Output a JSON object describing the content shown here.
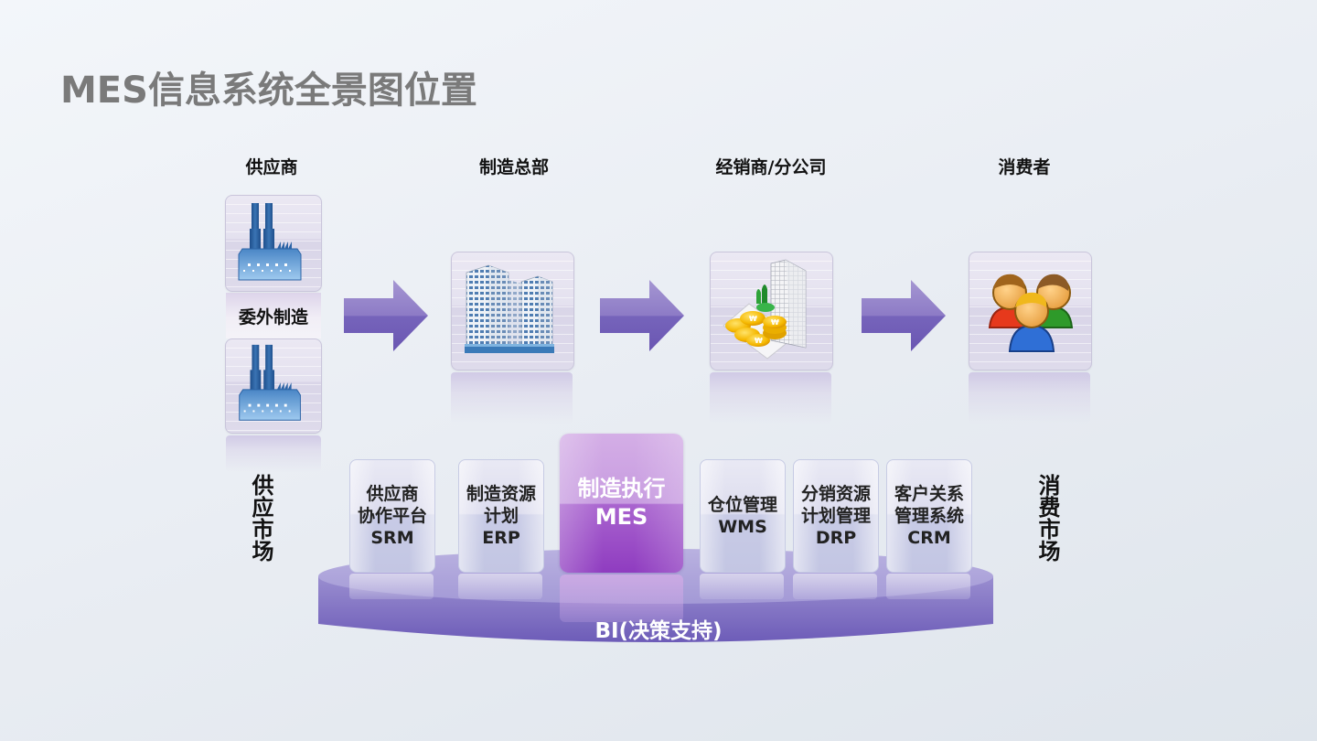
{
  "title": "MES信息系统全景图位置",
  "columns": [
    {
      "label": "供应商",
      "icon": "factory-icon"
    },
    {
      "label": "制造总部",
      "icon": "office-buildings-icon"
    },
    {
      "label": "经销商/分公司",
      "icon": "building-coins-icon"
    },
    {
      "label": "消费者",
      "icon": "people-group-icon"
    }
  ],
  "supplier_sub_label": "委外制造",
  "flow_arrows": [
    "arrow-right-icon",
    "arrow-right-icon",
    "arrow-right-icon"
  ],
  "side_labels": {
    "left": "供应市场",
    "right": "消费市场"
  },
  "systems": [
    {
      "lines": [
        "供应商",
        "协作平台",
        "SRM"
      ]
    },
    {
      "lines": [
        "制造资源",
        "计划",
        "ERP"
      ]
    },
    {
      "lines": [
        "制造执行",
        "MES"
      ],
      "highlight": true
    },
    {
      "lines": [
        "仓位管理",
        "WMS"
      ]
    },
    {
      "lines": [
        "分销资源",
        "计划管理",
        "DRP"
      ]
    },
    {
      "lines": [
        "客户关系",
        "管理系统",
        "CRM"
      ]
    }
  ],
  "platform_label": "BI(决策支持)",
  "colors": {
    "title": "#7a7a7a",
    "arrow": "#7a68c0",
    "platform": "#8a7fc8",
    "mes": "#9a4ccb"
  }
}
